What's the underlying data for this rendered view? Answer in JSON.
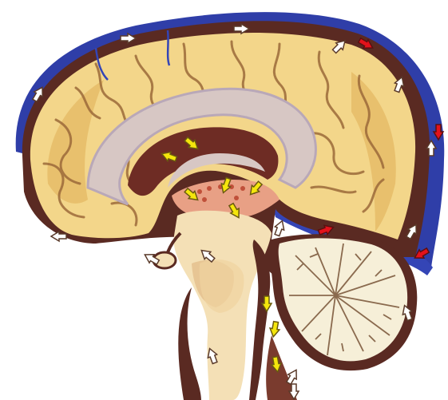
{
  "diagram": {
    "subject": "sagittal-brain-csf-flow",
    "colors": {
      "background": "#ffffff",
      "dura": "#2f3ea8",
      "dura_light": "#4b5bd0",
      "outer_rim": "#5a2a22",
      "csf_space": "#7a3b2e",
      "cortex": "#f3d68a",
      "cortex_shade": "#e2b661",
      "sulcus": "#9c6a3a",
      "corpus_callosum": "#d7c7c4",
      "callosum_edge": "#b9a8b8",
      "ventricle": "#6e2c24",
      "brainstem": "#f4e0b6",
      "brainstem_shade": "#e7c594",
      "cerebellum": "#f6efd8",
      "cerebellum_lines": "#8a6a4e",
      "choroid": "#e8a085",
      "arrow_white": "#ffffff",
      "arrow_red": "#e3121b",
      "arrow_yellow": "#f4e60c",
      "arrow_outline": "#5a3a2a"
    },
    "arrow_groups": [
      {
        "name": "subarachnoid-flow",
        "color": "white",
        "count": 15
      },
      {
        "name": "sinus-drainage",
        "color": "red",
        "count": 4
      },
      {
        "name": "ventricular-flow",
        "color": "yellow",
        "count": 9
      }
    ]
  }
}
